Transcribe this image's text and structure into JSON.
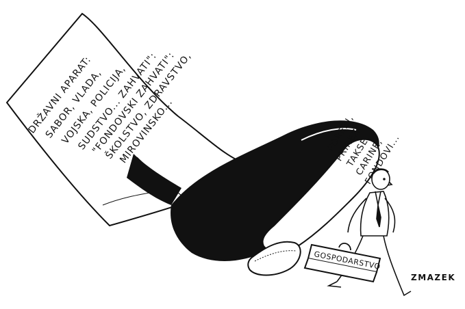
{
  "colors": {
    "ink": "#111111",
    "paper": "#ffffff"
  },
  "trouser_leg": {
    "lines": [
      "DRŽAVNI APARAT:",
      "SABOR, VLADA,",
      "VOJSKA, POLICIJA,",
      "SUDSTVO... ZAHVATI\":",
      "\"FONDOVSKI ZAHVATI\":",
      "ŠKOLSTVO, ZDRAVSTVO,",
      "MIROVINSKO..."
    ]
  },
  "shoe_sole": {
    "lines": [
      "POREZI,",
      "PRIREZI,",
      "TAKSE,",
      "CARINE,",
      "FONDOVI..."
    ]
  },
  "briefcase": {
    "label": "GOSPODARSTVO"
  },
  "signature": {
    "text": "ZMAZEK"
  }
}
